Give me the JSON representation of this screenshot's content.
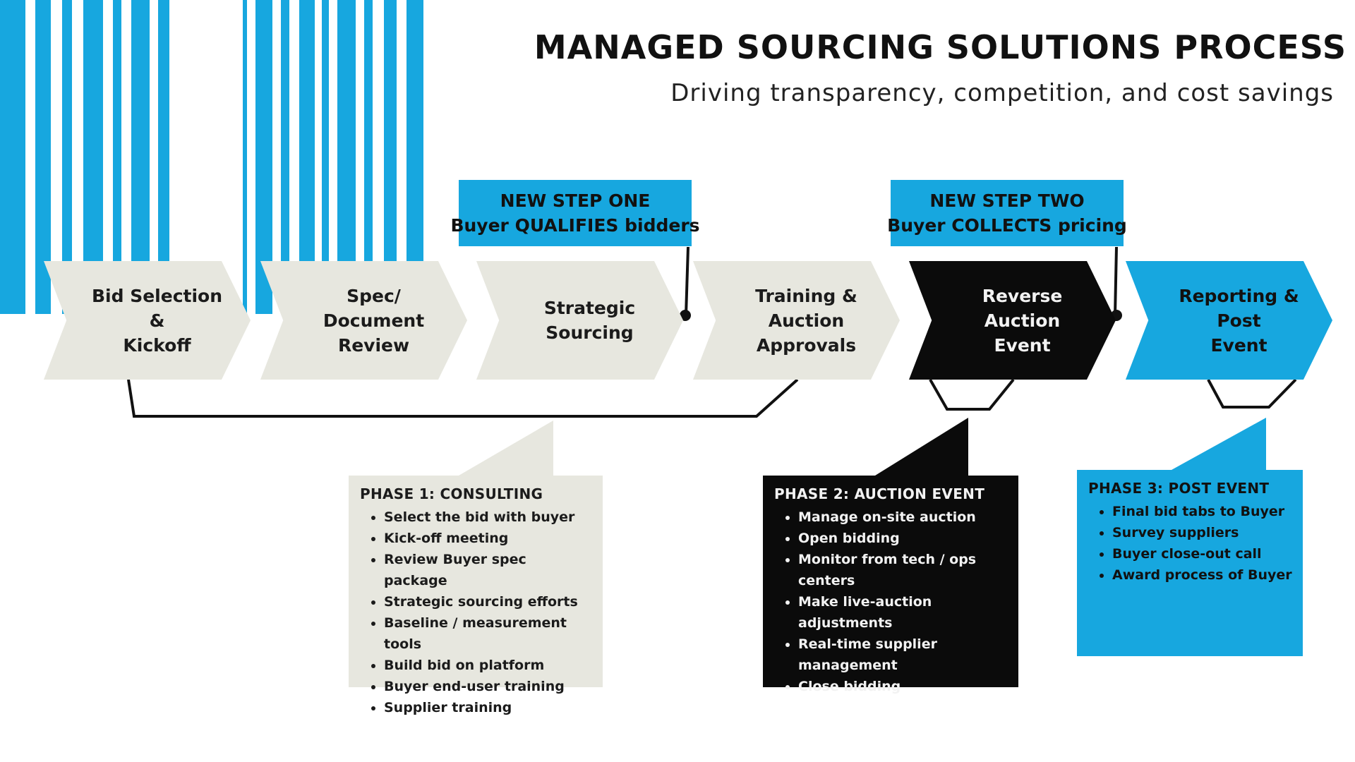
{
  "header": {
    "title": "MANAGED SOURCING SOLUTIONS PROCESS",
    "subtitle": "Driving transparency, competition, and cost savings"
  },
  "colors": {
    "accent_blue": "#17a7df",
    "light_gray": "#e7e7df",
    "black": "#0b0b0b"
  },
  "new_steps": [
    {
      "line1": "NEW STEP ONE",
      "line2": "Buyer QUALIFIES bidders"
    },
    {
      "line1": "NEW STEP TWO",
      "line2": "Buyer COLLECTS pricing"
    }
  ],
  "process_steps": [
    {
      "label": "Bid Selection &\nKickoff"
    },
    {
      "label": "Spec/ Document\nReview"
    },
    {
      "label": "Strategic\nSourcing"
    },
    {
      "label": "Training & Auction\nApprovals"
    },
    {
      "label": "Reverse Auction\nEvent"
    },
    {
      "label": "Reporting & Post\nEvent"
    }
  ],
  "phases": [
    {
      "title": "PHASE 1: CONSULTING",
      "items": [
        "Select the bid with buyer",
        "Kick-off meeting",
        "Review Buyer spec package",
        "Strategic sourcing efforts",
        "Baseline / measurement tools",
        "Build bid on platform",
        "Buyer end-user training",
        "Supplier training"
      ]
    },
    {
      "title": "PHASE 2: AUCTION EVENT",
      "items": [
        "Manage on-site auction",
        "Open bidding",
        "Monitor from tech / ops centers",
        "Make live-auction adjustments",
        "Real-time supplier management",
        "Close bidding"
      ]
    },
    {
      "title": "PHASE 3: POST EVENT",
      "items": [
        "Final bid tabs to Buyer",
        "Survey suppliers",
        "Buyer close-out call",
        "Award process of Buyer"
      ]
    }
  ]
}
